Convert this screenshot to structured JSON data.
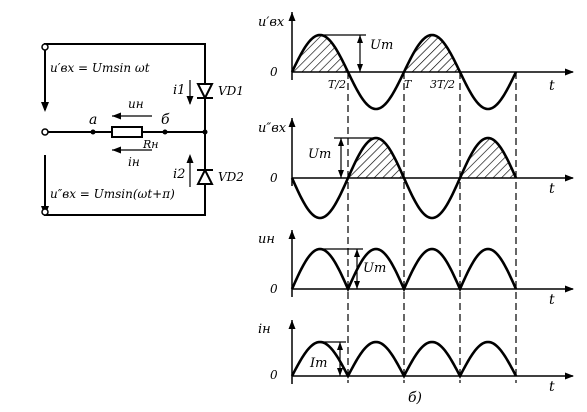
{
  "circuit": {
    "input_top": "u′вх = Umsin ωt",
    "input_bottom": "u″вх = Umsin(ωt+π)",
    "node_a": "a",
    "node_b": "б",
    "load": "Rн",
    "load_voltage": "uн",
    "load_current": "iн",
    "current_1": "i1",
    "current_2": "i2",
    "diode_1": "VD1",
    "diode_2": "VD2"
  },
  "graphs": {
    "zero": "0",
    "time": "t",
    "panel_label": "б)",
    "plot1": {
      "ylabel": "u′вх",
      "amp_label": "Um",
      "ticks": [
        "T/2",
        "T",
        "3T/2"
      ]
    },
    "plot2": {
      "ylabel": "u″вх",
      "amp_label": "Um"
    },
    "plot3": {
      "ylabel": "uн",
      "amp_label": "Um"
    },
    "plot4": {
      "ylabel": "iн",
      "amp_label": "Im"
    }
  },
  "chart_data": [
    {
      "type": "line",
      "ylabel": "u′вх",
      "function": "Um·sin(ωt)",
      "periods_shown": 2,
      "shaded": "positive half-waves",
      "ticks": [
        "T/2",
        "T",
        "3T/2"
      ]
    },
    {
      "type": "line",
      "ylabel": "u″вх",
      "function": "Um·sin(ωt+π)",
      "periods_shown": 2,
      "shaded": "positive half-waves"
    },
    {
      "type": "line",
      "ylabel": "uн",
      "function": "Um·|sin(ωt)|",
      "periods_shown": 2
    },
    {
      "type": "line",
      "ylabel": "iн",
      "function": "Im·|sin(ωt)|",
      "periods_shown": 2
    }
  ]
}
